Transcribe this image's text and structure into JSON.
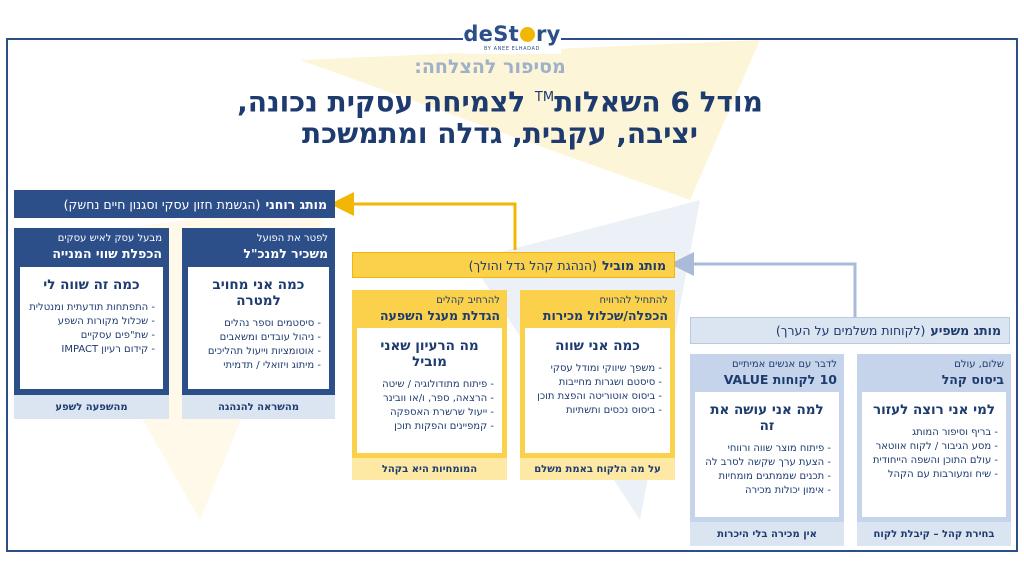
{
  "colors": {
    "navy": "#2c4f8a",
    "yellow": "#fbd14b",
    "light_blue": "#c5d4ea",
    "text": "#1d3b6e"
  },
  "logo": {
    "name": "deStory",
    "tagline": "BY ANEE ELHADAD"
  },
  "header": {
    "pre_title": "מסיפור להצלחה:",
    "title_line1_a": "מודל 6 השאלות",
    "title_tm": "TM",
    "title_line1_b": " לצמיחה עסקית נכונה,",
    "title_line2": "יציבה, עקבית, גדלה ומתמשכת"
  },
  "bands": {
    "spiritual": {
      "label": "מותג רוחני",
      "desc": "(הגשמת חזון עסקי וסגנון חיים נחשק)"
    },
    "leading": {
      "label": "מותג מוביל",
      "desc": "(הנהגת קהל גדל והולך)"
    },
    "influencer": {
      "label": "מותג משפיע",
      "desc": "(לקוחות משלמים על הערך)"
    }
  },
  "cards": [
    {
      "id": "worth",
      "sub": "מבעל עסק לאיש עסקים",
      "heading": "הכפלת שווי המנייה",
      "question": "כמה זה שווה לי",
      "items": [
        "- התפתחות תודעתית ומנטלית",
        "- שכלול מקורות השפע",
        "- שת\"פים עסקיים",
        "- קידום רעיון IMPACT"
      ],
      "footer": "מהשפעה לשפע"
    },
    {
      "id": "ceo",
      "sub": "לפטר את הפועל",
      "heading": "משכיר למנכ\"ל",
      "question": "כמה אני מחויב למטרה",
      "items": [
        "- סיסטמים וספר נהלים",
        "- ניהול עובדים ומשאבים",
        "- אוטומציות וייעול תהליכים",
        "- מיתוג ויזואלי / תדמיתי"
      ],
      "footer": "מהשראה להנהגה"
    },
    {
      "id": "influence",
      "sub": "להרחיב קהלים",
      "heading": "הגדלת מעגל השפעה",
      "question": "מה הרעיון שאני מוביל",
      "items": [
        "- פיתוח מתודולוגיה / שיטה",
        "- הרצאה, ספר, ו/או וובינר",
        "- ייעול שרשרת האספקה",
        "- קמפיינים והפקות תוכן"
      ],
      "footer": "המומחיות היא בקהל"
    },
    {
      "id": "sales",
      "sub": "להתחיל להרוויח",
      "heading": "הכפלה/שכלול מכירות",
      "question": "כמה אני שווה",
      "items": [
        "- משפך שיווקי ומודל עסקי",
        "- סיסטם ושגרות מחייבות",
        "- ביסוס אוטוריטה והפצת תוכן",
        "- ביסוס נכסים ותשתיות"
      ],
      "footer": "על מה הלקוח באמת משלם"
    },
    {
      "id": "value",
      "sub": "לדבר עם אנשים אמיתיים",
      "heading": "10 לקוחות VALUE",
      "question": "למה אני עושה את זה",
      "items": [
        "- פיתוח מוצר שווה ורווחי",
        "- הצעת ערך שקשה לסרב לה",
        "- תכנים שממתגים מומחיות",
        "- אימון יכולות מכירה"
      ],
      "footer": "אין מכירה בלי היכרות"
    },
    {
      "id": "audience",
      "sub": "שלום, עולם",
      "heading": "ביסוס קהל",
      "question": "למי אני רוצה לעזור",
      "items": [
        "- בריף וסיפור המותג",
        "- מסע הגיבור / לקוח אווטאר",
        "- עולם התוכן והשפה הייחודית",
        "- שיח ומעורבות עם הקהל"
      ],
      "footer": "בחירת קהל – קיבלת לקוח"
    }
  ]
}
